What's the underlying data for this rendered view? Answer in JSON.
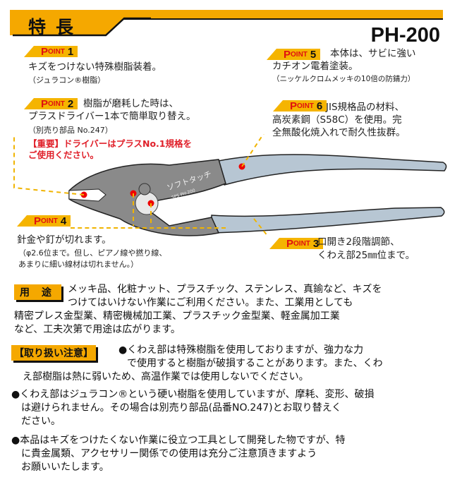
{
  "header": {
    "title": "特長",
    "model": "PH-200"
  },
  "colors": {
    "accent": "#f5a800",
    "point_red": "#e01010",
    "handle_blue": "#b7c6d3",
    "body_gray": "#8a8a8a"
  },
  "points": [
    {
      "p": "P",
      "oint": "OINT",
      "num": "1",
      "lines": [
        "キズをつけない特殊樹脂装着。"
      ],
      "sub": "（ジュラコン®樹脂）"
    },
    {
      "p": "P",
      "oint": "OINT",
      "num": "2",
      "lines": [
        "樹脂が磨耗した時は、",
        "プラスドライバー1本で簡単取り替え。"
      ],
      "sub": "（別売り部品 No.247）",
      "warning": [
        "【重要】ドライバーはプラスNo.1規格を",
        "ご使用ください。"
      ]
    },
    {
      "p": "P",
      "oint": "OINT",
      "num": "3",
      "lines": [
        "口開き2段階調節、",
        "くわえ部25㎜位まで。"
      ]
    },
    {
      "p": "P",
      "oint": "OINT",
      "num": "4",
      "lines": [
        "針金や釘が切れます。"
      ],
      "sub_lines": [
        "（φ2.6位まで。但し、ピアノ線や撚り線、",
        "あまりに細い線材は切れません。）"
      ]
    },
    {
      "p": "P",
      "oint": "OINT",
      "num": "5",
      "lines": [
        "本体は、サビに強い",
        "カチオン電着塗装。"
      ],
      "sub": "（ニッケルクロムメッキの10倍の防錆力）"
    },
    {
      "p": "P",
      "oint": "OINT",
      "num": "6",
      "lines": [
        "JIS規格品の材料、",
        "高炭素鋼（S58C）を使用。完",
        "全無酸化焼入れで耐久性抜群。"
      ]
    }
  ],
  "product_image": {
    "brand_mark": "ソフトタッチ",
    "model_mark": "SPS PH-200"
  },
  "usage": {
    "label": "用 途",
    "lines": [
      "メッキ品、化粧ナット、プラスチック、ステンレス、真鍮など、キズを",
      "つけてはいけない作業にご利用ください。また、工業用としても",
      "精密プレス金型業、精密機械加工業、プラスチック金型業、軽金属加工業",
      "など、工夫次第で用途は広がります。"
    ]
  },
  "caution": {
    "label": "【取り扱い注意】",
    "lines": [
      "●くわえ部は特殊樹脂を使用しておりますが、強力な力",
      "で使用すると樹脂が破損することがあります。また、くわ",
      "え部樹脂は熱に弱いため、高温作業では使用しないでください。",
      "●くわえ部はジュラコン®という硬い樹脂を使用していますが、摩耗、変形、破損",
      "は避けられません。その場合は別売り部品(品番NO.247)とお取り替えく",
      "ださい。",
      "●本品はキズをつけたくない作業に役立つ工具として開発した物ですが、特",
      "に貴金属類、アクセサリー関係での使用は充分ご注意頂きますよう",
      "お願いいたします。"
    ]
  }
}
